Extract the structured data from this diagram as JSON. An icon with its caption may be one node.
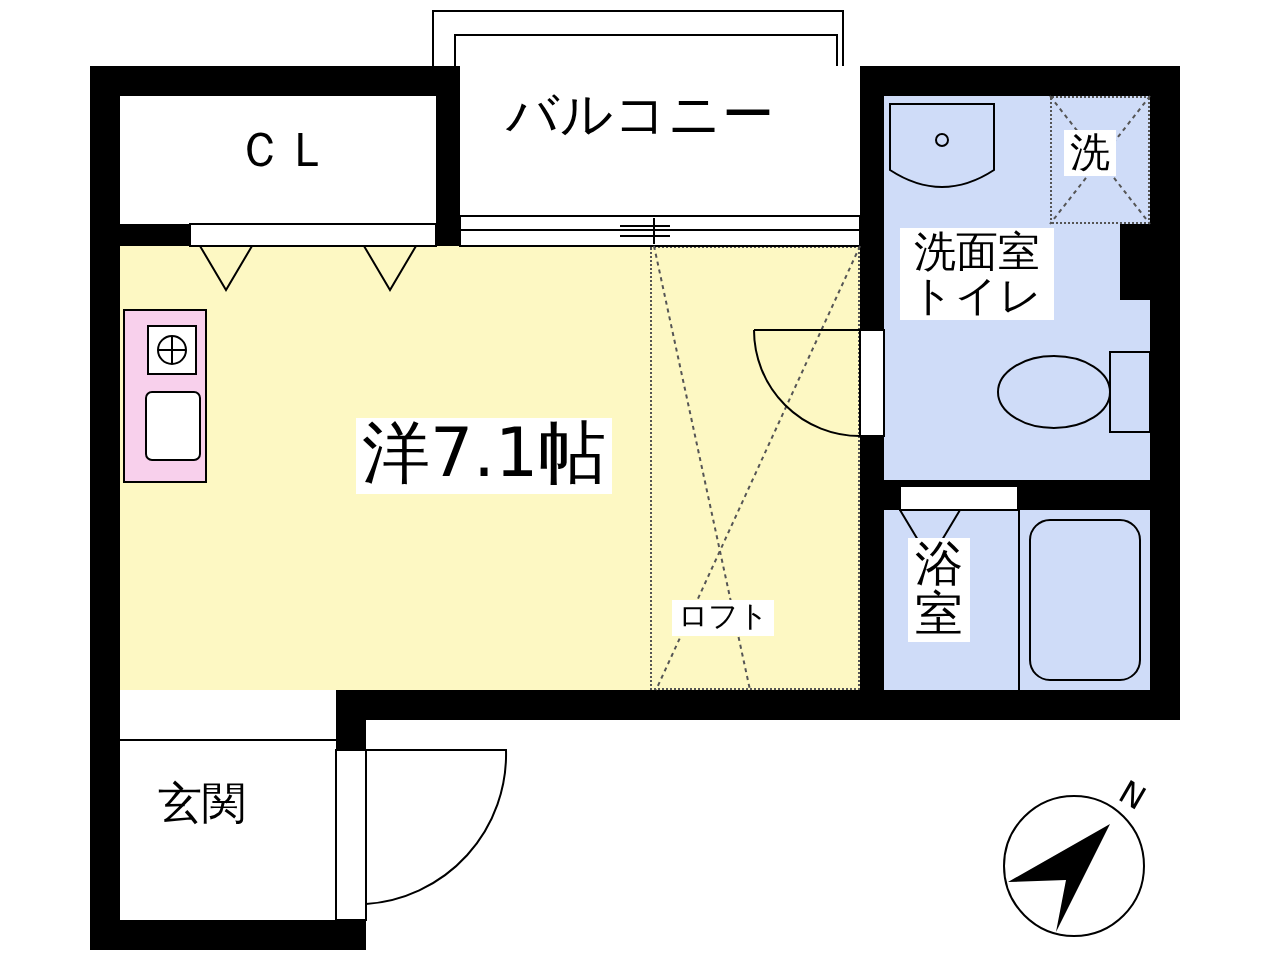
{
  "diagram": {
    "nodes": [
      {
        "text": [
          "ＣＬ"
        ]
      },
      {
        "text": [
          "バルコニー"
        ]
      },
      {
        "text": [
          "洋7.1帖"
        ]
      },
      {
        "text": [
          "ロフト"
        ],
        "in": 2
      },
      {
        "text": [
          "洗面室トイレ"
        ]
      },
      {
        "text": [
          "洗"
        ],
        "in": 4
      },
      {
        "text": [
          "浴室"
        ]
      },
      {
        "text": [
          "玄関"
        ]
      }
    ],
    "labels": [
      "N"
    ]
  }
}
